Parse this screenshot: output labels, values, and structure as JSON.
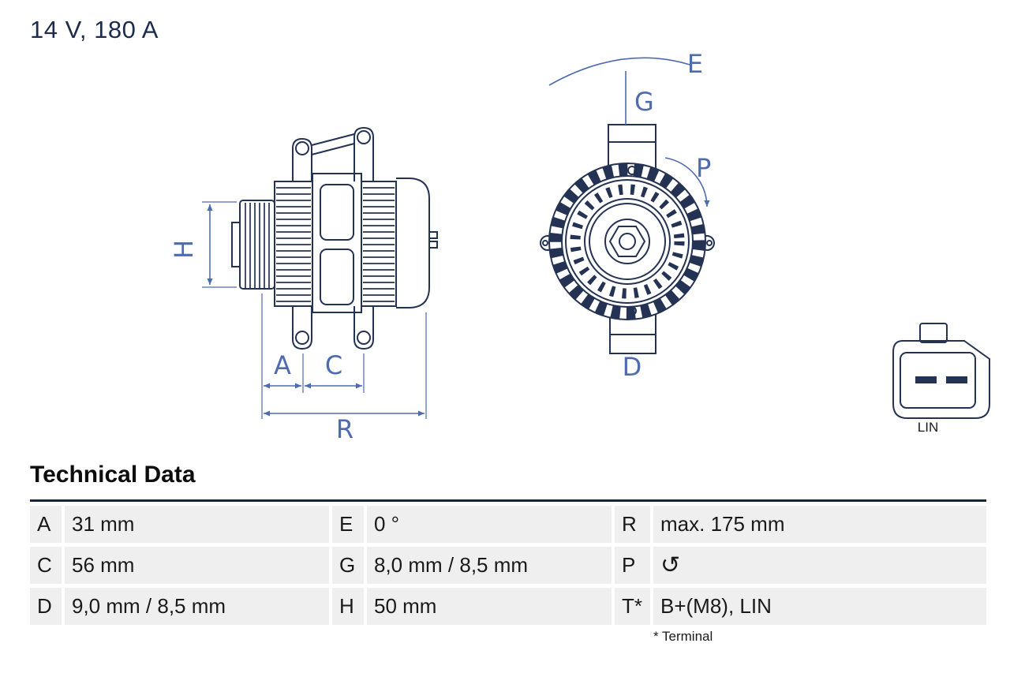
{
  "title": "14 V, 180 A",
  "drawing": {
    "side_view_labels": {
      "h": "H",
      "a": "A",
      "c": "C",
      "r": "R"
    },
    "front_view_labels": {
      "e": "E",
      "g": "G",
      "p": "P",
      "d": "D"
    },
    "connector": {
      "label": "LIN"
    }
  },
  "technical_data": {
    "heading": "Technical Data",
    "rows": [
      {
        "cells": [
          {
            "key": "A",
            "value": "31 mm"
          },
          {
            "key": "E",
            "value": "0 °"
          },
          {
            "key": "R",
            "value": "max. 175 mm"
          }
        ]
      },
      {
        "cells": [
          {
            "key": "C",
            "value": "56 mm"
          },
          {
            "key": "G",
            "value": "8,0 mm / 8,5 mm"
          },
          {
            "key": "P",
            "value": "↺",
            "icon": "counterclockwise-rotation-icon"
          }
        ]
      },
      {
        "cells": [
          {
            "key": "D",
            "value": "9,0 mm / 8,5 mm"
          },
          {
            "key": "H",
            "value": "50 mm"
          },
          {
            "key": "T*",
            "value": "B+(M8), LIN"
          }
        ]
      }
    ],
    "footnote": "* Terminal"
  },
  "colors": {
    "ink": "#243253",
    "dimension_blue": "#4e6bb0",
    "row_background": "#efefef",
    "table_text": "#1a1a1a",
    "title_text": "#1d2b4c"
  }
}
